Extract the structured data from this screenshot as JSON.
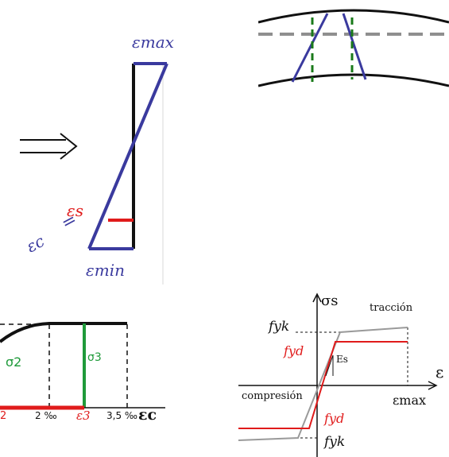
{
  "colors": {
    "blue": "#3a3a9e",
    "red": "#e01b1b",
    "green": "#1f9a3a",
    "dark_green": "#1a7a1a",
    "black": "#111111",
    "gray": "#8f8f8f"
  },
  "strain_diagram": {
    "eps_max": "εmax",
    "eps_s": "εs",
    "eps_c": "εc",
    "eps_c_eq": "=",
    "eps_min": "εmin",
    "arrow_icon": "double-right-arrow"
  },
  "parabola_diagram": {
    "sigma2": "σ2",
    "sigma3": "σ3",
    "tick_2": "2 ‰",
    "eps3": "ε3",
    "tick_35": "3,5 ‰",
    "eps_c_axis": "εc",
    "edge_label": "2"
  },
  "steel_diagram": {
    "sigma_s": "σs",
    "traccion": "tracción",
    "fyk_top": "fyk",
    "fyd_top": "fyd",
    "Es": "Es",
    "eps_axis": "ε",
    "compresion": "compresión",
    "eps_max": "εmax",
    "fyd_bottom": "fyd",
    "fyk_bottom": "fyk"
  }
}
